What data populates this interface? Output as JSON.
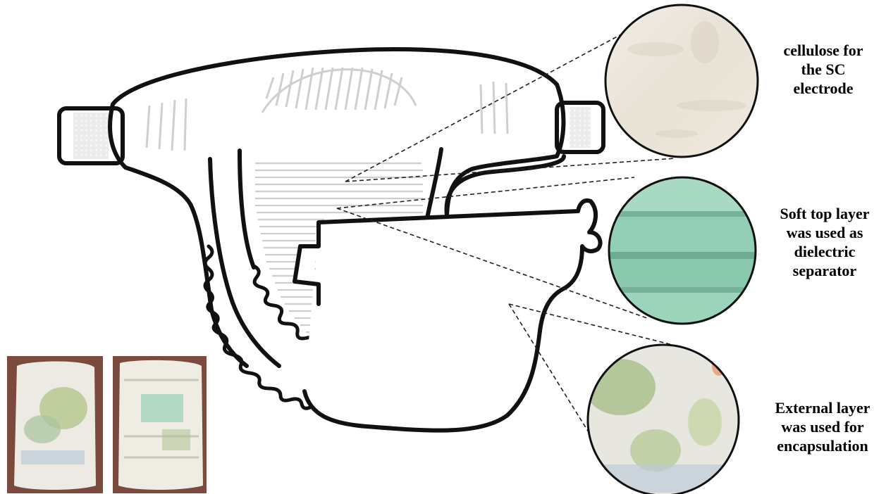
{
  "labels": {
    "cellulose": [
      "cellulose for",
      "the SC",
      "electrode"
    ],
    "top_layer": [
      "Soft top layer",
      "was used as",
      "dielectric",
      "separator"
    ],
    "external": [
      "External layer",
      "was used for",
      "encapsulation"
    ]
  },
  "colors": {
    "outline": "#111111",
    "stripe": "#c8c8c8",
    "cellulose_disc": "#ece6dc",
    "top_layer_disc": "#8fcdb4",
    "external_disc": "#e7e6df",
    "photo_bg": "#7a4a3e"
  }
}
